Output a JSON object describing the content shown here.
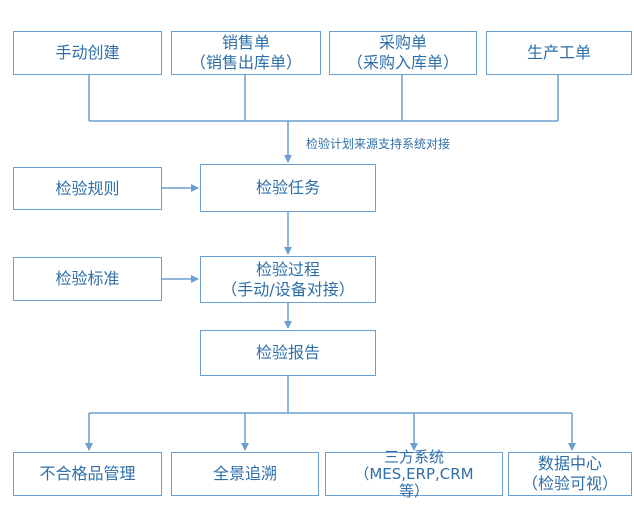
{
  "colors": {
    "stroke": "#6a9fd0",
    "text": "#2f6fa8",
    "background": "#ffffff"
  },
  "sources": [
    {
      "lines": [
        "手动创建"
      ]
    },
    {
      "lines": [
        "销售单",
        "（销售出库单）"
      ]
    },
    {
      "lines": [
        "采购单",
        "（采购入库单）"
      ]
    },
    {
      "lines": [
        "生产工单"
      ]
    }
  ],
  "flow_label": "检验计划来源支持系统对接",
  "inputs": {
    "rule": "检验规则",
    "standard": "检验标准"
  },
  "main": {
    "task": {
      "lines": [
        "检验任务"
      ]
    },
    "process": {
      "lines": [
        "检验过程",
        "（手动/设备对接）"
      ]
    },
    "report": {
      "lines": [
        "检验报告"
      ]
    }
  },
  "outputs": [
    {
      "lines": [
        "不合格品管理"
      ]
    },
    {
      "lines": [
        "全景追溯"
      ]
    },
    {
      "lines": [
        "三方系统",
        "（MES,ERP,CRM",
        "等）"
      ]
    },
    {
      "lines": [
        "数据中心",
        "（检验可视）"
      ]
    }
  ]
}
